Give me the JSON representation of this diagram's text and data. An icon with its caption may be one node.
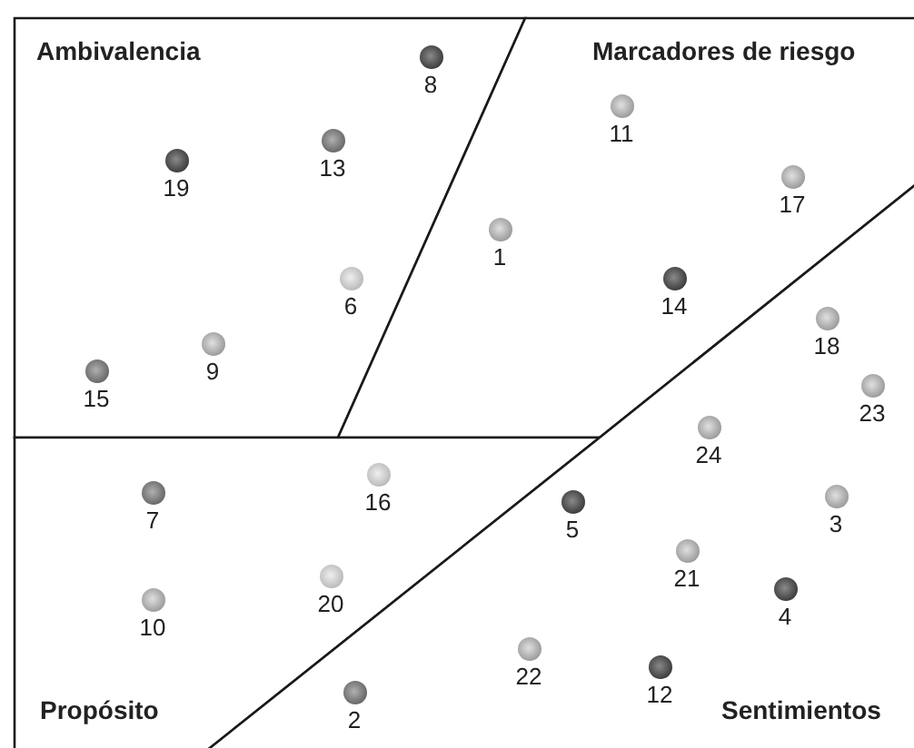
{
  "diagram": {
    "nodes": [
      {
        "text": [
          "Ambivalencia"
        ]
      },
      {
        "text": [
          "Marcadores de riesgo"
        ]
      },
      {
        "text": [
          "Propósito"
        ]
      },
      {
        "text": [
          "Sentimientos"
        ]
      },
      {
        "text": [],
        "shape": "circle",
        "in": 0,
        "beside": [
          "8"
        ]
      },
      {
        "text": [],
        "shape": "circle",
        "in": 0,
        "beside": [
          "19"
        ]
      },
      {
        "text": [],
        "shape": "circle",
        "in": 0,
        "beside": [
          "13"
        ]
      },
      {
        "text": [],
        "shape": "circle",
        "in": 0,
        "beside": [
          "6"
        ]
      },
      {
        "text": [],
        "shape": "circle",
        "in": 0,
        "beside": [
          "15"
        ]
      },
      {
        "text": [],
        "shape": "circle",
        "in": 0,
        "beside": [
          "9"
        ]
      },
      {
        "text": [],
        "shape": "circle",
        "in": 1,
        "beside": [
          "11"
        ]
      },
      {
        "text": [],
        "shape": "circle",
        "in": 1,
        "beside": [
          "17"
        ]
      },
      {
        "text": [],
        "shape": "circle",
        "in": 1,
        "beside": [
          "1"
        ]
      },
      {
        "text": [],
        "shape": "circle",
        "in": 1,
        "beside": [
          "14"
        ]
      },
      {
        "text": [],
        "shape": "circle",
        "in": 2,
        "beside": [
          "7"
        ]
      },
      {
        "text": [],
        "shape": "circle",
        "in": 2,
        "beside": [
          "16"
        ]
      },
      {
        "text": [],
        "shape": "circle",
        "in": 2,
        "beside": [
          "10"
        ]
      },
      {
        "text": [],
        "shape": "circle",
        "in": 2,
        "beside": [
          "20"
        ]
      },
      {
        "text": [],
        "shape": "circle",
        "in": 3,
        "beside": [
          "18"
        ]
      },
      {
        "text": [],
        "shape": "circle",
        "in": 3,
        "beside": [
          "23"
        ]
      },
      {
        "text": [],
        "shape": "circle",
        "in": 3,
        "beside": [
          "24"
        ]
      },
      {
        "text": [],
        "shape": "circle",
        "in": 3,
        "beside": [
          "5"
        ]
      },
      {
        "text": [],
        "shape": "circle",
        "in": 3,
        "beside": [
          "3"
        ]
      },
      {
        "text": [],
        "shape": "circle",
        "in": 3,
        "beside": [
          "21"
        ]
      },
      {
        "text": [],
        "shape": "circle",
        "in": 3,
        "beside": [
          "4"
        ]
      },
      {
        "text": [],
        "shape": "circle",
        "in": 3,
        "beside": [
          "22"
        ]
      },
      {
        "text": [],
        "shape": "circle",
        "in": 3,
        "beside": [
          "12"
        ]
      },
      {
        "text": [],
        "shape": "circle",
        "in": 3,
        "beside": [
          "2"
        ]
      }
    ]
  }
}
